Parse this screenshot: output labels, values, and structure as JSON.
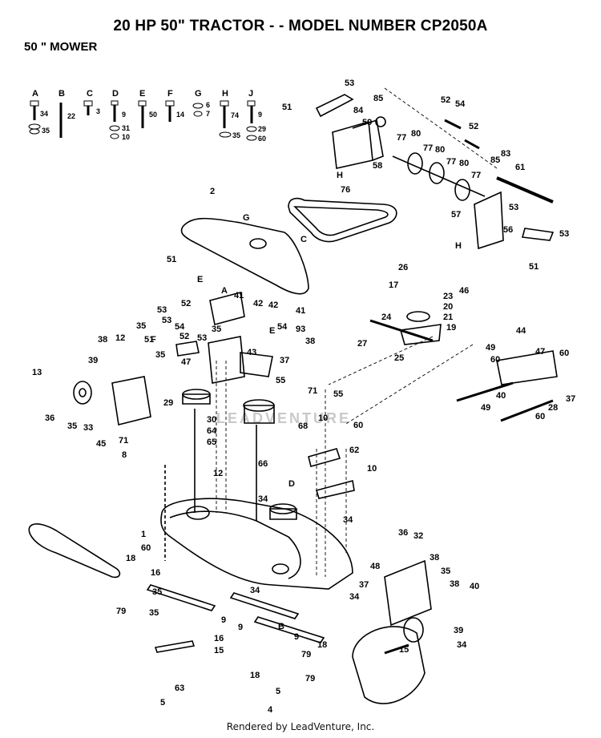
{
  "header": {
    "title": "20 HP 50\" TRACTOR - - MODEL NUMBER CP2050A",
    "subtitle": "50 \" MOWER"
  },
  "hardware_key": [
    {
      "letter": "A",
      "parts": [
        "34",
        "35"
      ]
    },
    {
      "letter": "B",
      "parts": [
        "22"
      ]
    },
    {
      "letter": "C",
      "parts": [
        "3"
      ]
    },
    {
      "letter": "D",
      "parts": [
        "9",
        "31",
        "10"
      ]
    },
    {
      "letter": "E",
      "parts": [
        "50"
      ]
    },
    {
      "letter": "F",
      "parts": [
        "14"
      ]
    },
    {
      "letter": "G",
      "parts": [
        "6",
        "7"
      ]
    },
    {
      "letter": "H",
      "parts": [
        "74",
        "35"
      ]
    },
    {
      "letter": "J",
      "parts": [
        "9",
        "29",
        "60"
      ]
    }
  ],
  "callouts": [
    "53",
    "51",
    "84",
    "85",
    "59",
    "52",
    "54",
    "52",
    "77",
    "80",
    "77",
    "80",
    "77",
    "80",
    "77",
    "83",
    "85",
    "61",
    "58",
    "H",
    "76",
    "2",
    "G",
    "C",
    "53",
    "57",
    "56",
    "53",
    "H",
    "51",
    "26",
    "17",
    "46",
    "23",
    "20",
    "21",
    "24",
    "19",
    "27",
    "25",
    "51",
    "E",
    "A",
    "41",
    "53",
    "52",
    "42",
    "42",
    "41",
    "53",
    "54",
    "E",
    "54",
    "52",
    "35",
    "35",
    "93",
    "F",
    "35",
    "53",
    "51",
    "43",
    "38",
    "37",
    "38",
    "39",
    "12",
    "13",
    "47",
    "55",
    "44",
    "49",
    "47",
    "60",
    "60",
    "71",
    "55",
    "40",
    "37",
    "36",
    "35",
    "33",
    "45",
    "71",
    "49",
    "60",
    "28",
    "29",
    "30",
    "64",
    "65",
    "68",
    "10",
    "60",
    "62",
    "8",
    "66",
    "10",
    "12",
    "D",
    "34",
    "34",
    "1",
    "60",
    "48",
    "18",
    "79",
    "16",
    "35",
    "35",
    "36",
    "32",
    "38",
    "35",
    "38",
    "37",
    "40",
    "39",
    "15",
    "34",
    "9",
    "34",
    "34",
    "B",
    "9",
    "9",
    "18",
    "79",
    "16",
    "15",
    "18",
    "79",
    "5",
    "4",
    "5",
    "63"
  ],
  "credit": "Rendered by LeadVenture, Inc.",
  "watermark": "LEADVENTURE"
}
